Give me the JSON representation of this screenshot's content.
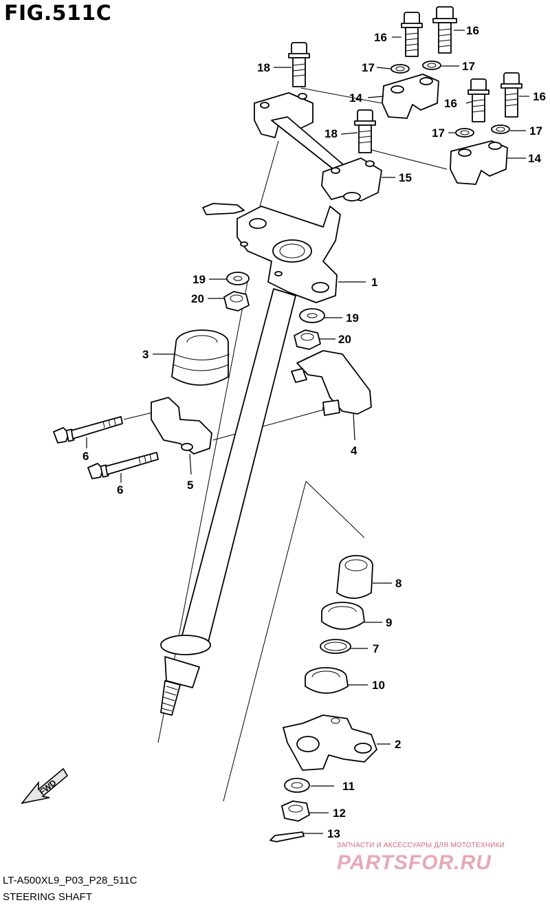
{
  "figure": {
    "title": "FIG.511C",
    "model_code": "LT-A500XL9_P03_P28_511C",
    "caption": "STEERING SHAFT"
  },
  "fwd_label": "FWD",
  "watermark": {
    "text": "ЗАПЧАСТИ И АКСЕССУАРЫ ДЛЯ МОТОТЕХНИКИ",
    "logo": "PARTSFOR.RU"
  },
  "callouts": {
    "c1": "1",
    "c2": "2",
    "c3": "3",
    "c4": "4",
    "c5": "5",
    "c6a": "6",
    "c6b": "6",
    "c7": "7",
    "c8": "8",
    "c9": "9",
    "c10": "10",
    "c11": "11",
    "c12": "12",
    "c13": "13",
    "c14a": "14",
    "c14b": "14",
    "c15": "15",
    "c16a": "16",
    "c16b": "16",
    "c16c": "16",
    "c16d": "16",
    "c17a": "17",
    "c17b": "17",
    "c17c": "17",
    "c17d": "17",
    "c18a": "18",
    "c18b": "18",
    "c19a": "19",
    "c19b": "19",
    "c20a": "20",
    "c20b": "20"
  }
}
